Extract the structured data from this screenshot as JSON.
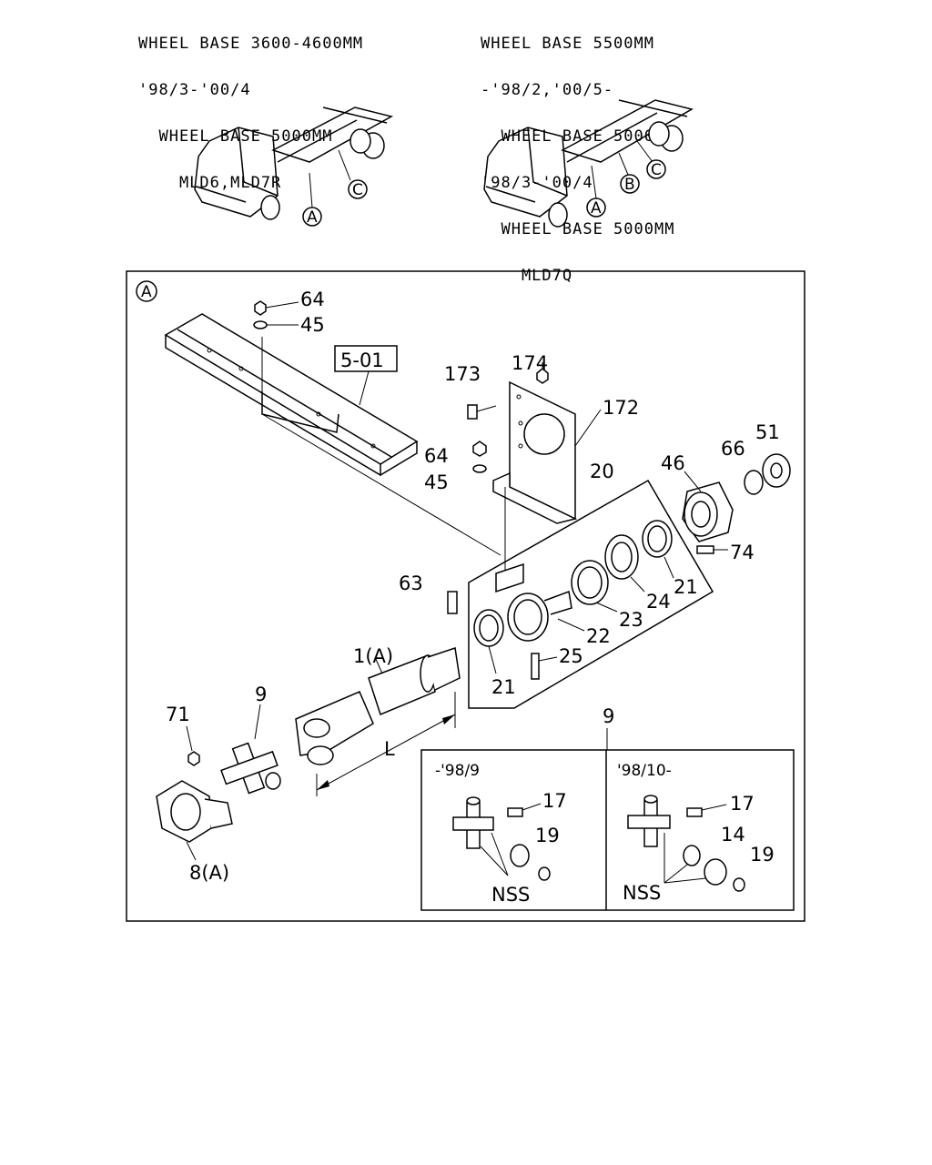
{
  "header_left": {
    "lines": [
      "WHEEL BASE 3600-4600MM",
      "'98/3-'00/4",
      "  WHEEL BASE 5000MM",
      "    MLD6,MLD7R"
    ]
  },
  "header_right": {
    "lines": [
      "WHEEL BASE 5500MM",
      "-'98/2,'00/5-",
      "  WHEEL BASE 5000MM",
      "'98/3-'00/4",
      "  WHEEL BASE 5000MM",
      "    MLD7Q"
    ]
  },
  "truck_left": {
    "callouts": [
      "A",
      "C"
    ]
  },
  "truck_right": {
    "callouts": [
      "A",
      "B",
      "C"
    ]
  },
  "detail": {
    "view_label": "A",
    "section_ref": "5-01",
    "dimension_label": "L",
    "part_numbers": {
      "p64a": "64",
      "p45a": "45",
      "p174": "174",
      "p173": "173",
      "p172": "172",
      "p64b": "64",
      "p45b": "45",
      "p20": "20",
      "p46": "46",
      "p66": "66",
      "p51": "51",
      "p74": "74",
      "p21a": "21",
      "p24": "24",
      "p23": "23",
      "p22": "22",
      "p63": "63",
      "p25": "25",
      "p21b": "21",
      "p1": "1(A)",
      "p9a": "9",
      "p71": "71",
      "p8": "8(A)"
    }
  },
  "inset": {
    "group_label": "9",
    "left": {
      "date": "-'98/9",
      "p17": "17",
      "p19": "19",
      "nss": "NSS"
    },
    "right": {
      "date": "'98/10-",
      "p17": "17",
      "p14": "14",
      "p19": "19",
      "nss": "NSS"
    }
  }
}
